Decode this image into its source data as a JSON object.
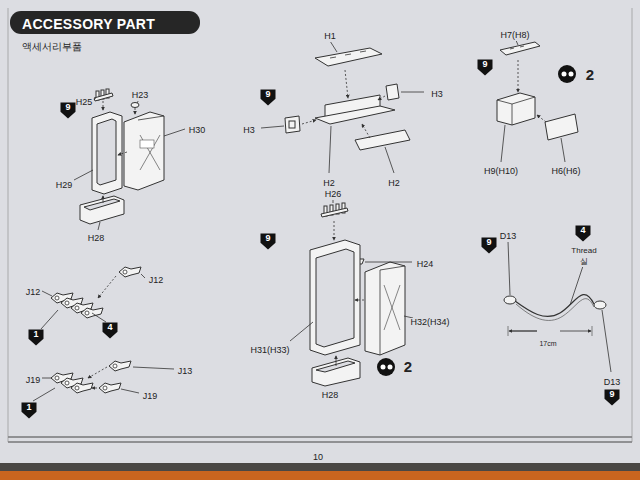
{
  "diagram": {
    "title": "ACCESSORY PART",
    "nodes": [
      {
        "text": [
          "9"
        ]
      },
      {
        "text": [
          "9"
        ]
      },
      {
        "text": [
          "9"
        ]
      },
      {
        "text": [
          "9"
        ]
      },
      {
        "text": [
          "9"
        ]
      },
      {
        "text": [
          "4"
        ]
      },
      {
        "text": [
          "1"
        ]
      },
      {
        "text": [
          "4"
        ]
      },
      {
        "text": [
          "9"
        ]
      },
      {
        "text": [
          "1"
        ]
      }
    ],
    "labels": [
      "액세서리부품",
      "H25",
      "H23",
      "H30",
      "H29",
      "H28",
      "H1",
      "H3",
      "H3",
      "H2",
      "H2",
      "H7(H8)",
      "2",
      "H9(H10)",
      "H6(H6)",
      "H26",
      "H24",
      "H31(H33)",
      "H32(H34)",
      "2",
      "H28",
      "D13",
      "Thread",
      "실",
      "17cm",
      "D13",
      "J12",
      "J12",
      "J13",
      "J19",
      "J19",
      "10"
    ]
  }
}
